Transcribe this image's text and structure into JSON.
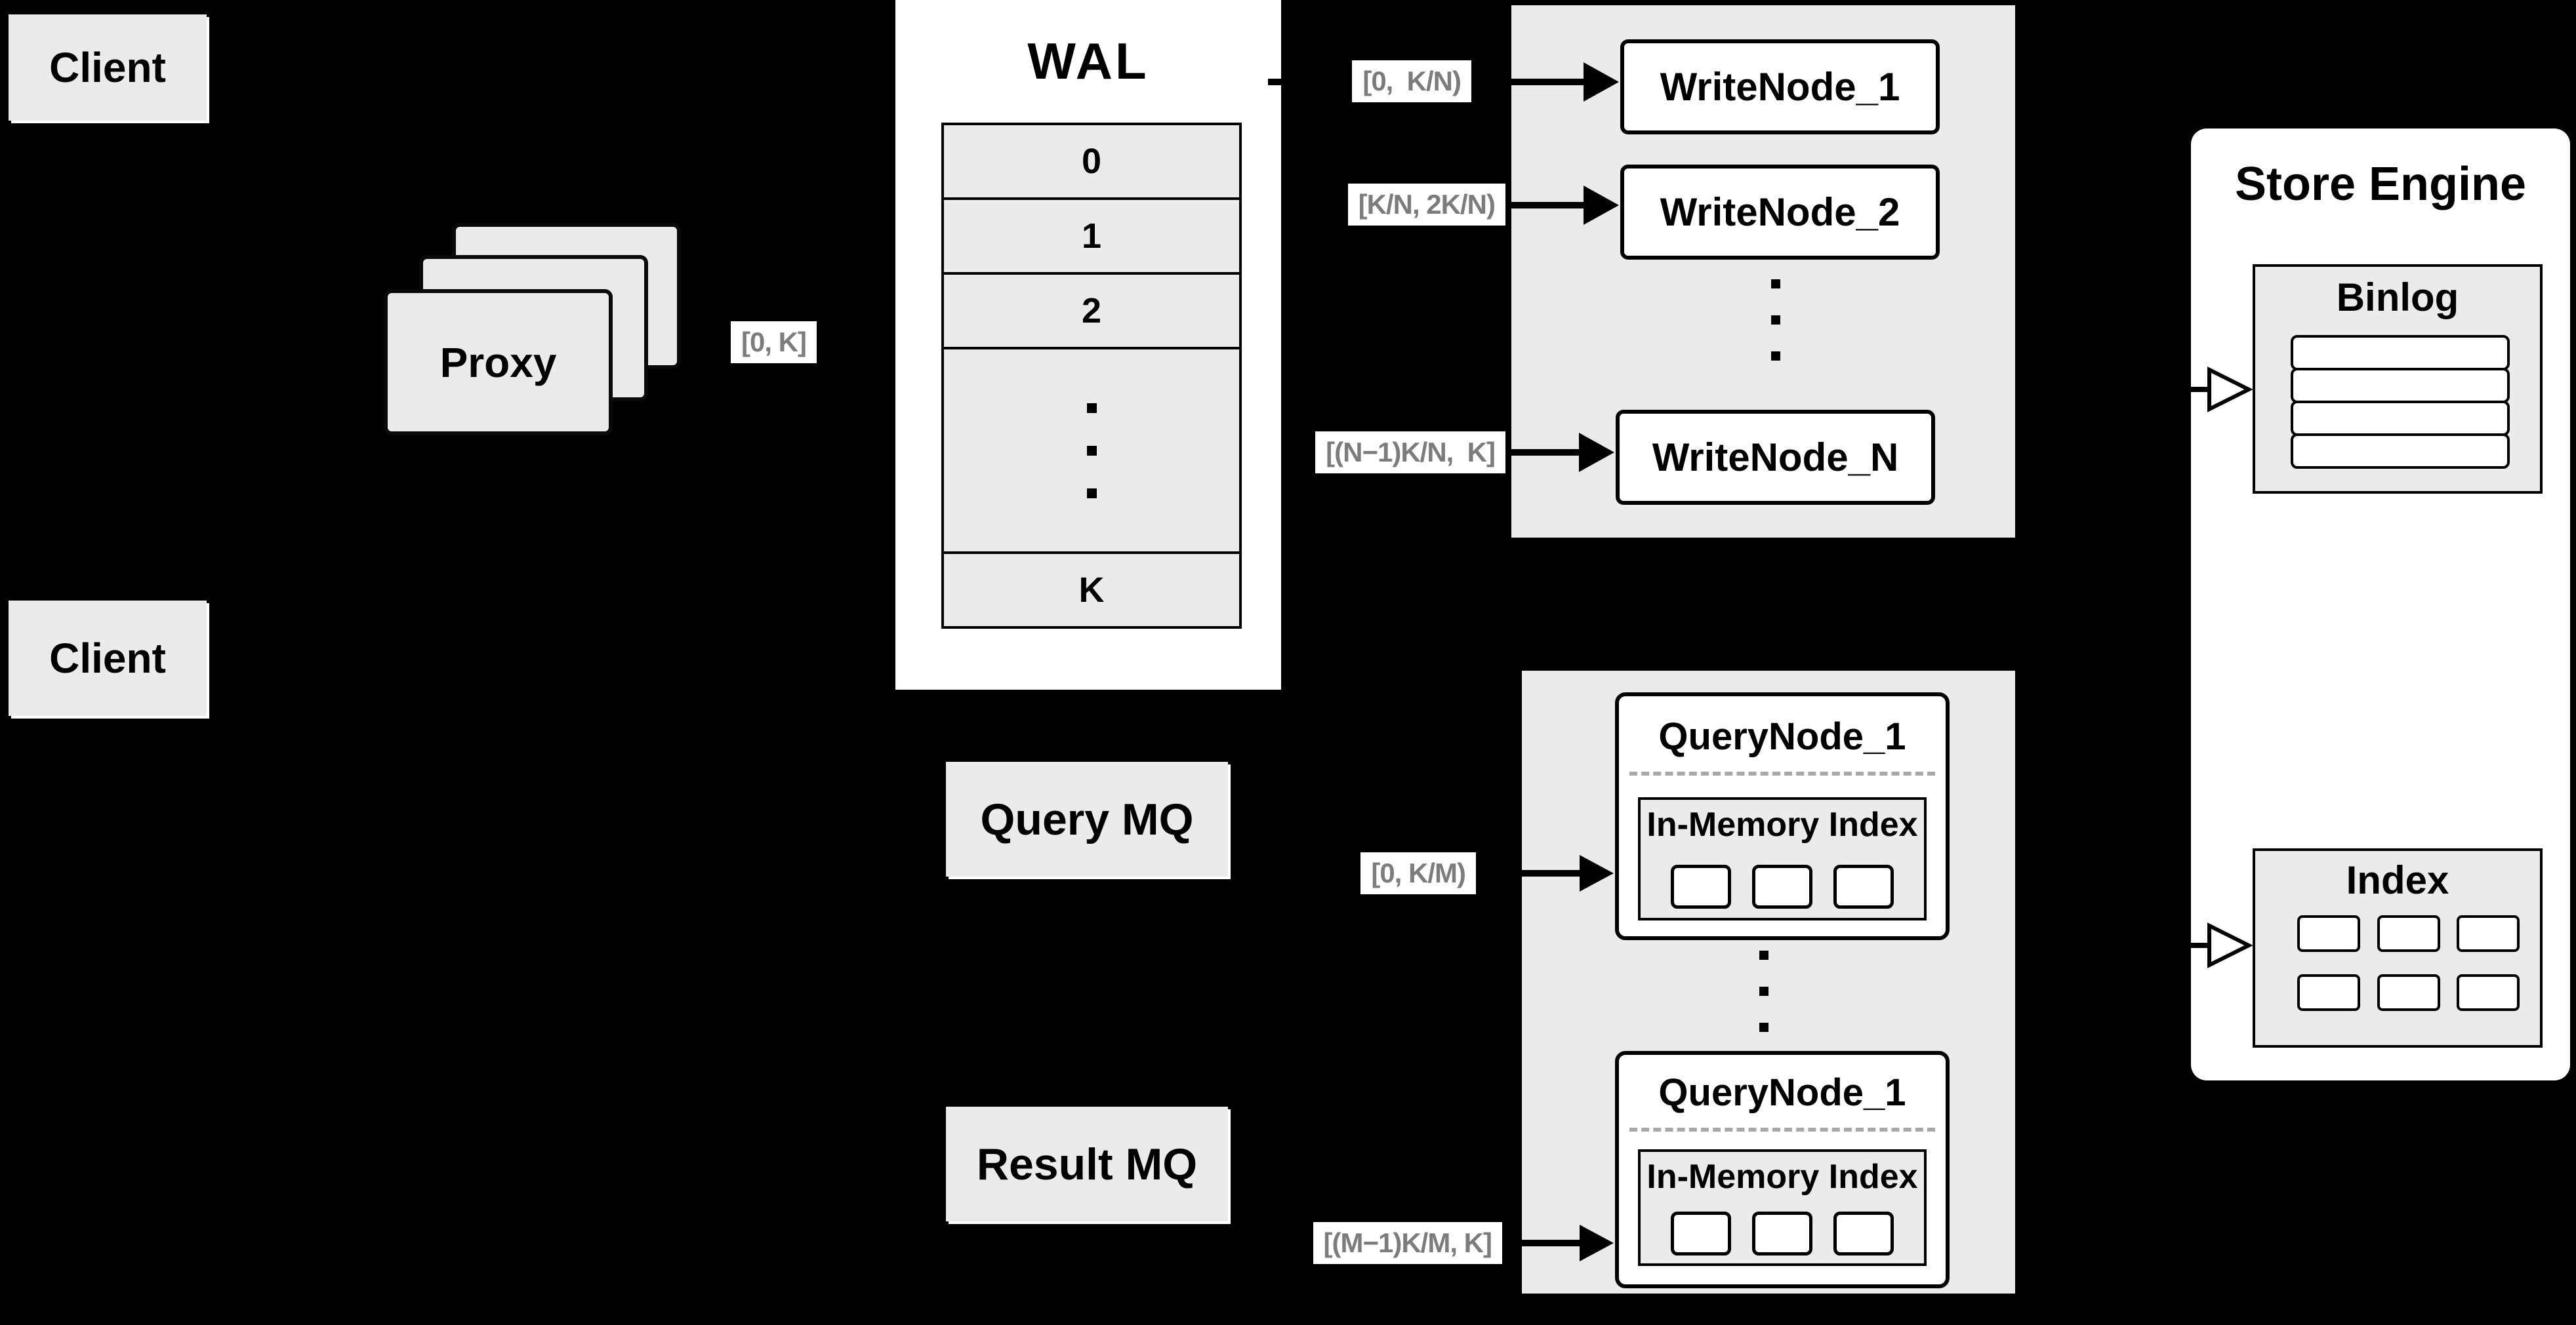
{
  "colors": {
    "background": "#000000",
    "panel_gray": "#ebebeb",
    "node_white": "#ffffff",
    "range_label_text": "#7c7c7c",
    "line": "#000000"
  },
  "client_top": {
    "label": "Client"
  },
  "client_bottom": {
    "label": "Client"
  },
  "proxy": {
    "label": "Proxy",
    "stack_count": 3
  },
  "labels": {
    "proxy_to_wal": "[0, K]",
    "wal_to_write1": "[0,  K/N)",
    "wal_to_write2": "[K/N, 2K/N)",
    "wal_to_writeN": "[(N−1)K/N,  K]",
    "mq_to_query1": "[0, K/M)",
    "mq_to_queryM": "[(M−1)K/M, K]"
  },
  "wal": {
    "title": "WAL",
    "segments": [
      "0",
      "1",
      "2",
      "K"
    ]
  },
  "write_cluster": {
    "nodes": [
      "WriteNode_1",
      "WriteNode_2",
      "WriteNode_N"
    ]
  },
  "mq": {
    "query": "Query MQ",
    "result": "Result MQ"
  },
  "query_cluster": {
    "nodes": [
      {
        "title": "QueryNode_1",
        "subtitle": "In-Memory Index"
      },
      {
        "title": "QueryNode_1",
        "subtitle": "In-Memory Index"
      }
    ]
  },
  "store_engine": {
    "title": "Store Engine",
    "binlog_title": "Binlog",
    "index_title": "Index"
  }
}
